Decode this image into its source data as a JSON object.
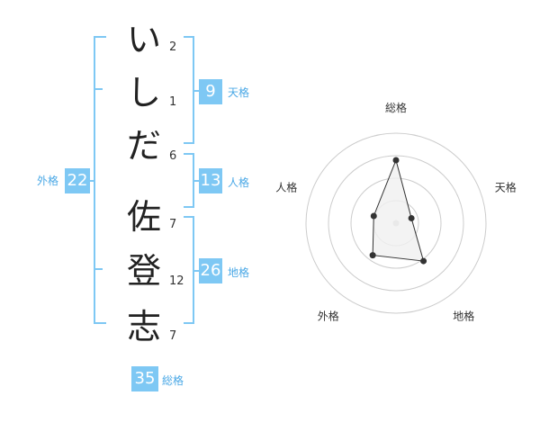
{
  "name": {
    "family": [
      {
        "char": "い",
        "strokes": "2"
      },
      {
        "char": "し",
        "strokes": "1"
      },
      {
        "char": "だ",
        "strokes": "6"
      }
    ],
    "given": [
      {
        "char": "佐",
        "strokes": "7"
      },
      {
        "char": "登",
        "strokes": "12"
      },
      {
        "char": "志",
        "strokes": "7"
      }
    ]
  },
  "kaku": {
    "tenkaku": {
      "label": "天格",
      "value": "9"
    },
    "jinkaku": {
      "label": "人格",
      "value": "13"
    },
    "chikaku": {
      "label": "地格",
      "value": "26"
    },
    "gaikaku": {
      "label": "外格",
      "value": "22"
    },
    "soukaku": {
      "label": "総格",
      "value": "35"
    }
  },
  "chart_data": {
    "type": "radar",
    "axes": [
      "総格",
      "天格",
      "地格",
      "外格",
      "人格"
    ],
    "values": [
      35,
      9,
      26,
      22,
      13
    ],
    "rings": 4,
    "colors": {
      "fill": "#f0f0f0",
      "stroke": "#333333",
      "grid": "#cccccc",
      "accent": "#7ec8f4"
    }
  }
}
